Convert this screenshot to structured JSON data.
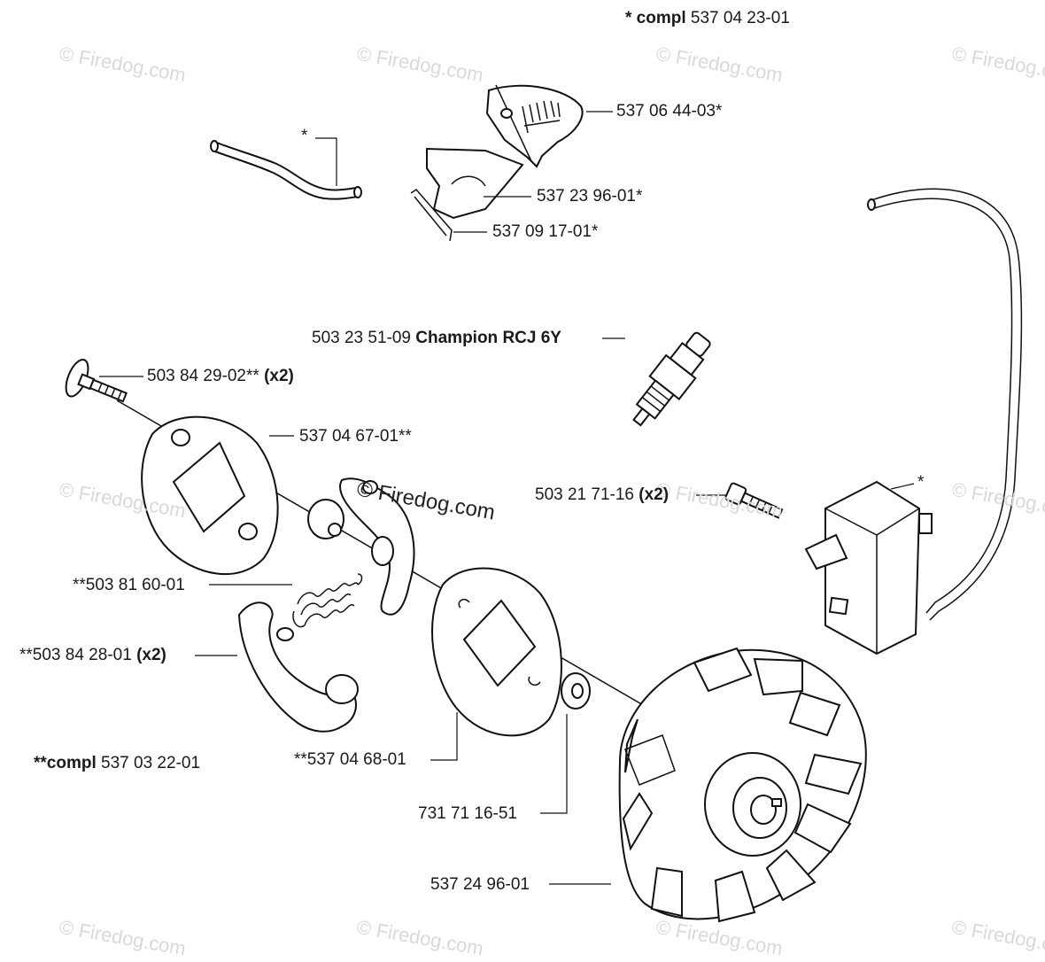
{
  "watermark": {
    "text": "© Firedog.com"
  },
  "labels": {
    "compl_top_prefix": "* compl",
    "compl_top_num": "537 04 23-01",
    "cover": "537 06 44-03*",
    "plate": "537 23 96-01*",
    "rod": "537 09 17-01*",
    "hose_star": "*",
    "spark_plug_num": "503 23 51-09",
    "spark_plug_name": "Champion RCJ 6Y",
    "screw_top_num": "503 84 29-02**",
    "screw_top_qty": "(x2)",
    "clutch_plate": "537 04 67-01**",
    "ignition_screw_num": "503 21 71-16",
    "ignition_screw_qty": "(x2)",
    "ignition_star": "*",
    "spring": "**503 81 60-01",
    "shoe_num": "**503 84 28-01",
    "shoe_qty": "(x2)",
    "compl_bottom_prefix": "**compl",
    "compl_bottom_num": "537 03 22-01",
    "clutch_plate2": "**537 04 68-01",
    "washer": "731 71 16-51",
    "flywheel": "537 24 96-01"
  }
}
